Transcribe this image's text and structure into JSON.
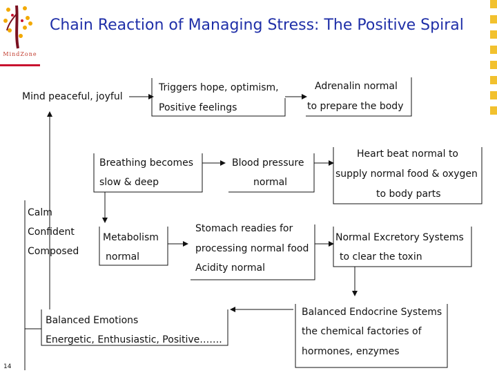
{
  "title": "Chain Reaction of Managing Stress: The Positive Spiral",
  "logo_text": "MindZone",
  "page_number": "14",
  "nodes": {
    "mind": "Mind peaceful, joyful",
    "triggers_1": "Triggers hope, optimism,",
    "triggers_2": "Positive feelings",
    "adrenalin_1": "Adrenalin normal",
    "adrenalin_2": "to prepare the body",
    "breathing_1": "Breathing becomes",
    "breathing_2": "slow & deep",
    "bp_1": "Blood pressure",
    "bp_2": "normal",
    "heart_1": "Heart beat normal to",
    "heart_2": "supply normal food & oxygen",
    "heart_3": "to body parts",
    "calm_1": "Calm",
    "calm_2": "Confident",
    "calm_3": "Composed",
    "metab_1": "Metabolism",
    "metab_2": "normal",
    "stomach_1": "Stomach readies for",
    "stomach_2": "processing normal food",
    "stomach_3": "Acidity normal",
    "excretory_1": "Normal Excretory Systems",
    "excretory_2": "to clear the toxin",
    "emotions_1": "Balanced Emotions",
    "emotions_2": "Energetic, Enthusiastic, Positive…….",
    "endocrine_1": "Balanced Endocrine Systems",
    "endocrine_2": "the chemical factories of",
    "endocrine_3": "hormones, enzymes"
  },
  "colors": {
    "title": "#1f2fa8",
    "accent_red": "#c8102e",
    "accent_yellow": "#f2c12e"
  }
}
